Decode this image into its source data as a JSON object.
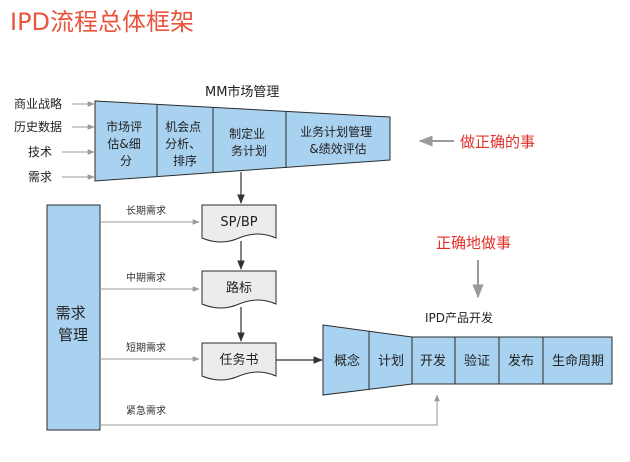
{
  "title": "IPD流程总体框架",
  "mm": {
    "title": "MM市场管理",
    "steps": [
      {
        "lines": [
          "市场评",
          "估&细",
          "分"
        ]
      },
      {
        "lines": [
          "机会点",
          "分析、",
          "排序"
        ]
      },
      {
        "lines": [
          "制定业",
          "务计划"
        ]
      },
      {
        "lines": [
          "业务计划管理",
          "&绩效评估"
        ]
      }
    ]
  },
  "inputs": [
    "商业战略",
    "历史数据",
    "技术",
    "需求"
  ],
  "demand_mgmt": {
    "lines": [
      "需求",
      "管理"
    ]
  },
  "demands": {
    "long": "长期需求",
    "mid": "中期需求",
    "short": "短期需求",
    "urgent": "紧急需求"
  },
  "docs": {
    "spbp": "SP/BP",
    "roadmap": "路标",
    "taskbook": "任务书"
  },
  "annotations": {
    "do_right_thing": "做正确的事",
    "do_thing_right": "正确地做事"
  },
  "ipd": {
    "title": "IPD产品开发",
    "steps": [
      "概念",
      "计划",
      "开发",
      "验证",
      "发布",
      "生命周期"
    ]
  },
  "colors": {
    "title": "#e8543c",
    "box_fill": "#a9d2f1",
    "box_stroke": "#2b2b2b",
    "doc_fill": "#ececec",
    "red": "#e0302a",
    "line": "#8c8c8c"
  }
}
